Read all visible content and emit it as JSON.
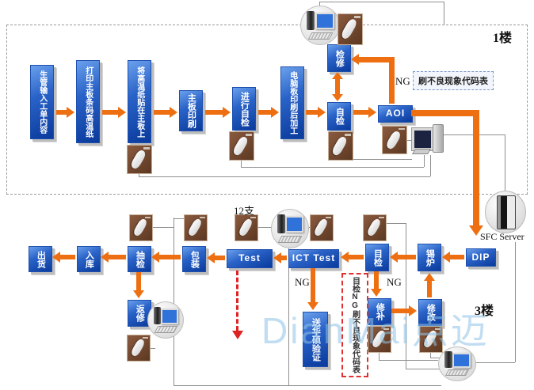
{
  "watermark": "DianMai点迈",
  "floor1": {
    "label": "1楼",
    "ng_label": "NG",
    "defect_table": "刷不良现象代码表",
    "boxes": {
      "input_order": "生管输入工单内容",
      "print_barcode": "打印主板条码高温纸",
      "stick_paper": "将高温纸贴在主板上",
      "board_print": "主板印刷",
      "do_self_check": "进行自检",
      "post_process": "电脑板印刷后加工",
      "self_check": "自检",
      "aoi": "AOI",
      "repair": "检修"
    }
  },
  "floor3": {
    "label": "3楼",
    "sfc_server": "SFC Server",
    "tube_count": "12支",
    "ng_label_ict": "NG",
    "ng_label_visual": "NG",
    "defect_table": "目检NG刷不良现象代码表",
    "boxes": {
      "dip": "DIP",
      "tin_furnace": "锡炉",
      "visual_check": "目检",
      "ict_test": "ICT Test",
      "test": "Test",
      "packing": "包装",
      "sampling": "抽检",
      "warehouse_in": "入库",
      "ship_out": "出货",
      "rework": "返修",
      "patch_repair": "修补",
      "modify": "修改",
      "asus_verify": "送华硕验证"
    }
  },
  "icons": {
    "computer": "desktop-computer-icon",
    "scanner": "barcode-scanner-icon",
    "server": "server-tower-icon"
  }
}
